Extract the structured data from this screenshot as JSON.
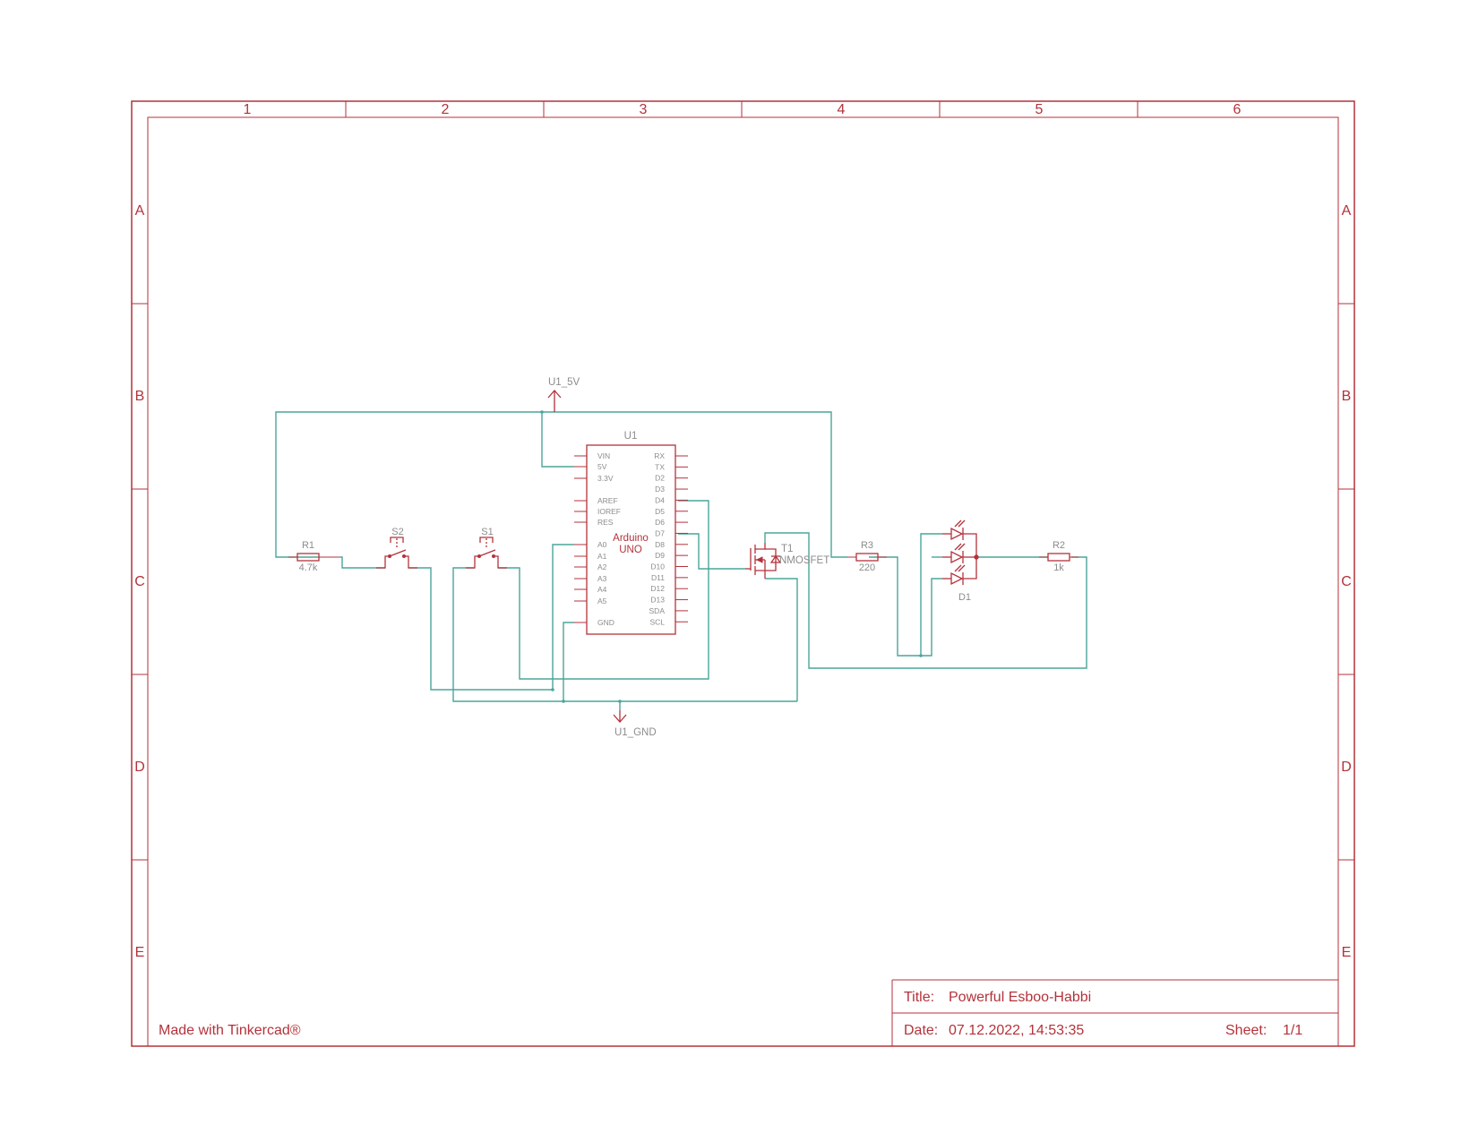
{
  "frame": {
    "columns": [
      "1",
      "2",
      "3",
      "4",
      "5",
      "6"
    ],
    "rows": [
      "A",
      "B",
      "C",
      "D",
      "E"
    ],
    "color": "#b4323a"
  },
  "wire_color": "#4aa69a",
  "credit": "Made with Tinkercad®",
  "title_block": {
    "title_label": "Title:",
    "title_value": "Powerful Esboo-Habbi",
    "date_label": "Date:",
    "date_value": "07.12.2022, 14:53:35",
    "sheet_label": "Sheet:",
    "sheet_value": "1/1"
  },
  "nets": {
    "power": "U1_5V",
    "ground": "U1_GND"
  },
  "components": {
    "u1": {
      "ref": "U1",
      "name_line1": "Arduino",
      "name_line2": "UNO",
      "left_pins": [
        "VIN",
        "5V",
        "3.3V",
        "AREF",
        "IOREF",
        "RES",
        "A0",
        "A1",
        "A2",
        "A3",
        "A4",
        "A5",
        "GND"
      ],
      "right_pins": [
        "RX",
        "TX",
        "D2",
        "D3",
        "D4",
        "D5",
        "D6",
        "D7",
        "D8",
        "D9",
        "D10",
        "D11",
        "D12",
        "D13",
        "SDA",
        "SCL"
      ]
    },
    "r1": {
      "ref": "R1",
      "value": "4.7k"
    },
    "s2": {
      "ref": "S2"
    },
    "s1": {
      "ref": "S1"
    },
    "t1": {
      "ref": "T1",
      "value": "NMOSFET"
    },
    "r3": {
      "ref": "R3",
      "value": "220"
    },
    "d1": {
      "ref": "D1"
    },
    "r2": {
      "ref": "R2",
      "value": "1k"
    }
  }
}
